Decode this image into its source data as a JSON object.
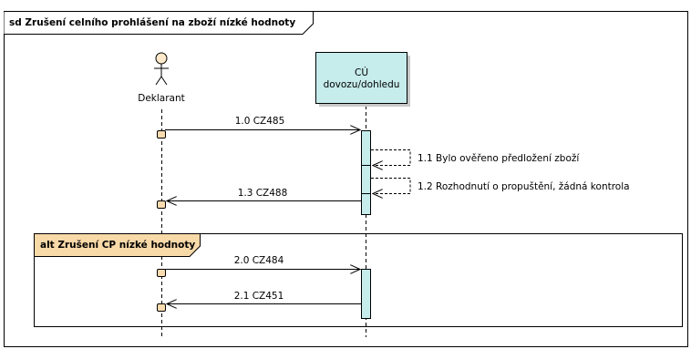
{
  "frame": {
    "title": "sd Zrušení celního prohlášení na zboží nízké hodnoty"
  },
  "actor": {
    "label": "Deklarant"
  },
  "lifeline": {
    "line1": "CÚ",
    "line2": "dovozu/dohledu"
  },
  "messages": {
    "m1_0": "1.0 CZ485",
    "m1_1": "1.1 Bylo ověřeno předložení zboží",
    "m1_2": "1.2 Rozhodnutí o propuštění, žádná kontrola",
    "m1_3": "1.3 CZ488",
    "m2_0": "2.0 CZ484",
    "m2_1": "2.1 CZ451"
  },
  "fragment": {
    "label": "alt Zrušení CP nízké hodnoty"
  },
  "colors": {
    "actor_fill": "#fde9c9",
    "lifeline_box": "#c6ecec",
    "activation": "#c6ecec",
    "fragment_tab": "#f8d9a8",
    "marker": "#f8dcb0"
  }
}
